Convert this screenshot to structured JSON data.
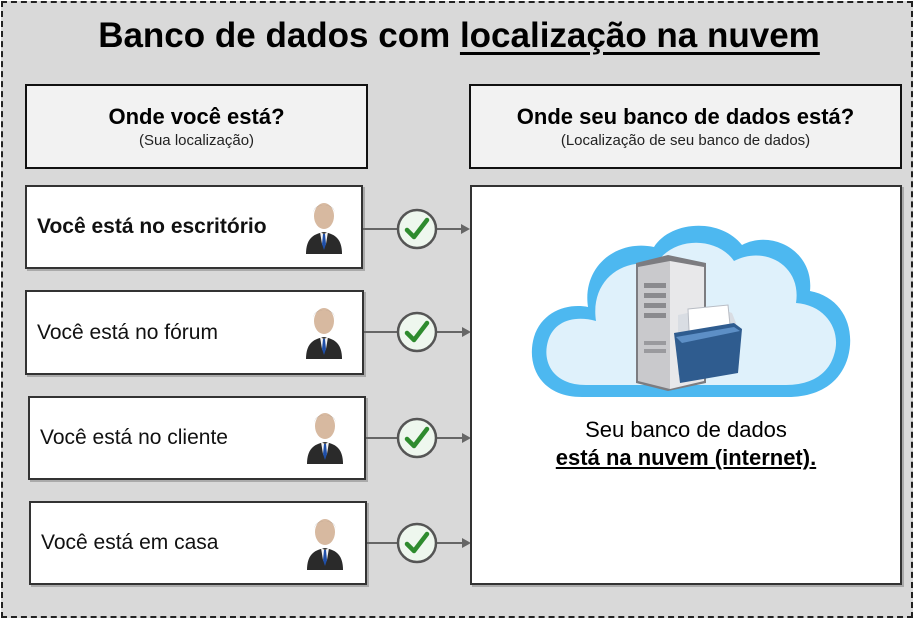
{
  "title": {
    "prefix": "Banco de dados com ",
    "underlined": "localização na nuvem"
  },
  "left_header": {
    "title": "Onde você está?",
    "subtitle": "(Sua localização)"
  },
  "right_header": {
    "title": "Onde seu banco de dados está?",
    "subtitle": "(Localização de seu banco de dados)"
  },
  "locations": [
    {
      "label": "Você está no escritório",
      "bold": true
    },
    {
      "label": "Você está no fórum",
      "bold": false
    },
    {
      "label": "Você está no cliente",
      "bold": false
    },
    {
      "label": "Você está em casa",
      "bold": false
    }
  ],
  "database": {
    "line1": "Seu banco de dados",
    "line2": "está na nuvem (internet)."
  },
  "colors": {
    "check": "#2e8b2e",
    "cloud": "#4db8f0",
    "cloud_fill": "#dff1fb"
  }
}
